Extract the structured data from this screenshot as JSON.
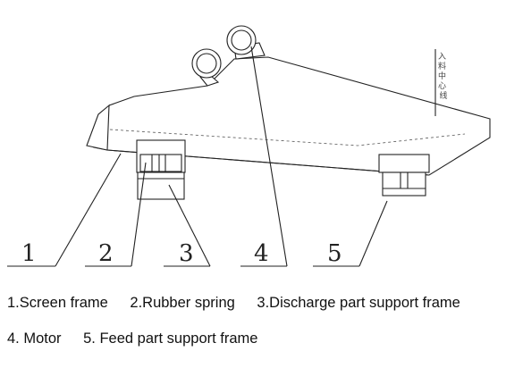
{
  "callouts": [
    "1",
    "2",
    "3",
    "4",
    "5"
  ],
  "feed_centerline_label": "入料中心线",
  "legend": {
    "screen_frame": "1.Screen frame",
    "rubber_spring": "2.Rubber spring",
    "discharge_support": "3.Discharge part support frame",
    "motor": "4. Motor",
    "feed_support": "5. Feed part support frame"
  }
}
